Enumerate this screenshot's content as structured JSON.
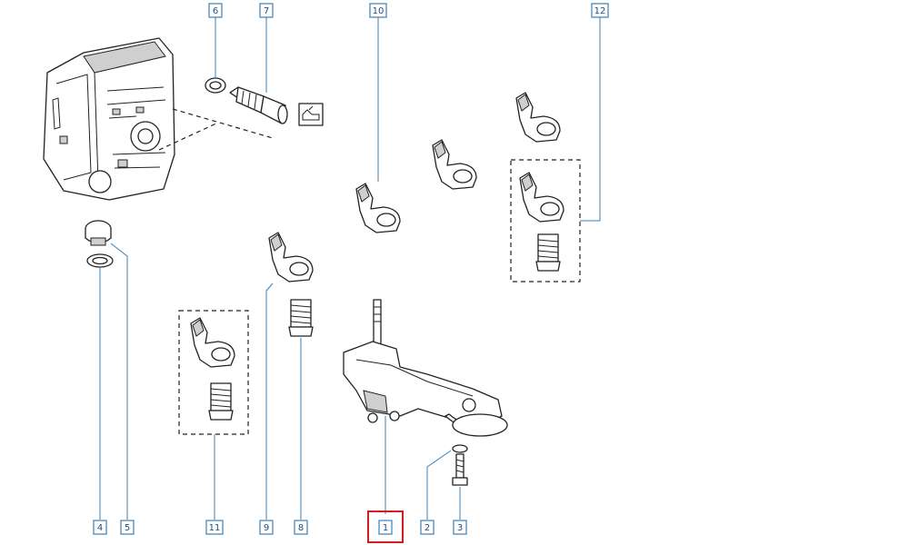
{
  "callouts": [
    {
      "id": "6",
      "label": "6"
    },
    {
      "id": "7",
      "label": "7"
    },
    {
      "id": "10",
      "label": "10"
    },
    {
      "id": "12",
      "label": "12"
    },
    {
      "id": "4",
      "label": "4"
    },
    {
      "id": "5",
      "label": "5"
    },
    {
      "id": "11",
      "label": "11"
    },
    {
      "id": "9",
      "label": "9"
    },
    {
      "id": "8",
      "label": "8"
    },
    {
      "id": "1",
      "label": "1"
    },
    {
      "id": "2",
      "label": "2"
    },
    {
      "id": "3",
      "label": "3"
    }
  ],
  "highlighted_callout": "1",
  "colors": {
    "callout_border": "#3d7fb5",
    "callout_text": "#1f4f80",
    "highlight": "#d21c1c",
    "line_art": "#222222"
  },
  "parts": [
    {
      "name": "engine-block"
    },
    {
      "name": "sealing-washer"
    },
    {
      "name": "oil-pressure-sensor"
    },
    {
      "name": "oil-pressure-warning-symbol"
    },
    {
      "name": "drain-plug"
    },
    {
      "name": "plug-washer"
    },
    {
      "name": "piston-cooling-jet"
    },
    {
      "name": "jet-banjo-bolt"
    },
    {
      "name": "oil-pump"
    },
    {
      "name": "pump-washer"
    },
    {
      "name": "pump-bolt"
    }
  ]
}
